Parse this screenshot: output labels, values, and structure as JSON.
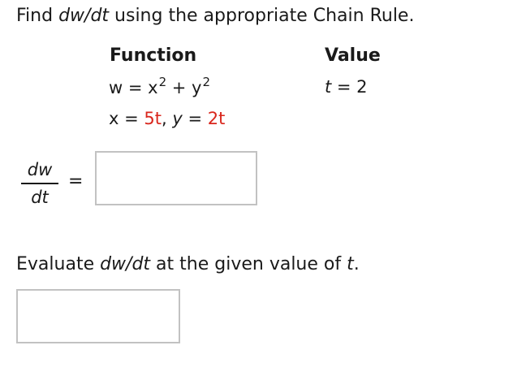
{
  "question1": {
    "prefix": "Find ",
    "derivative": "dw/dt",
    "suffix": " using the appropriate Chain Rule."
  },
  "table": {
    "function_header": "Function",
    "value_header": "Value",
    "w_equation": {
      "lhs": "w = x",
      "exp1": "2",
      "mid": " + y",
      "exp2": "2"
    },
    "xy_equation": {
      "x_label": "x",
      "eq1": " = ",
      "x_value": "5t",
      "comma": ", ",
      "y_label": "y",
      "eq2": " = ",
      "y_value": "2t"
    },
    "t_value": {
      "var": "t",
      "rest": " = 2"
    }
  },
  "derivative_label": {
    "numerator": "dw",
    "denominator": "dt",
    "equals": "="
  },
  "answer1": {
    "value": ""
  },
  "question2": {
    "prefix": "Evaluate ",
    "derivative": "dw/dt",
    "middle": " at the given value of ",
    "var": "t",
    "end": "."
  },
  "answer2": {
    "value": ""
  },
  "colors": {
    "highlight": "#d9261c",
    "text": "#1a1a1a",
    "input_border": "#c2c2c2"
  }
}
